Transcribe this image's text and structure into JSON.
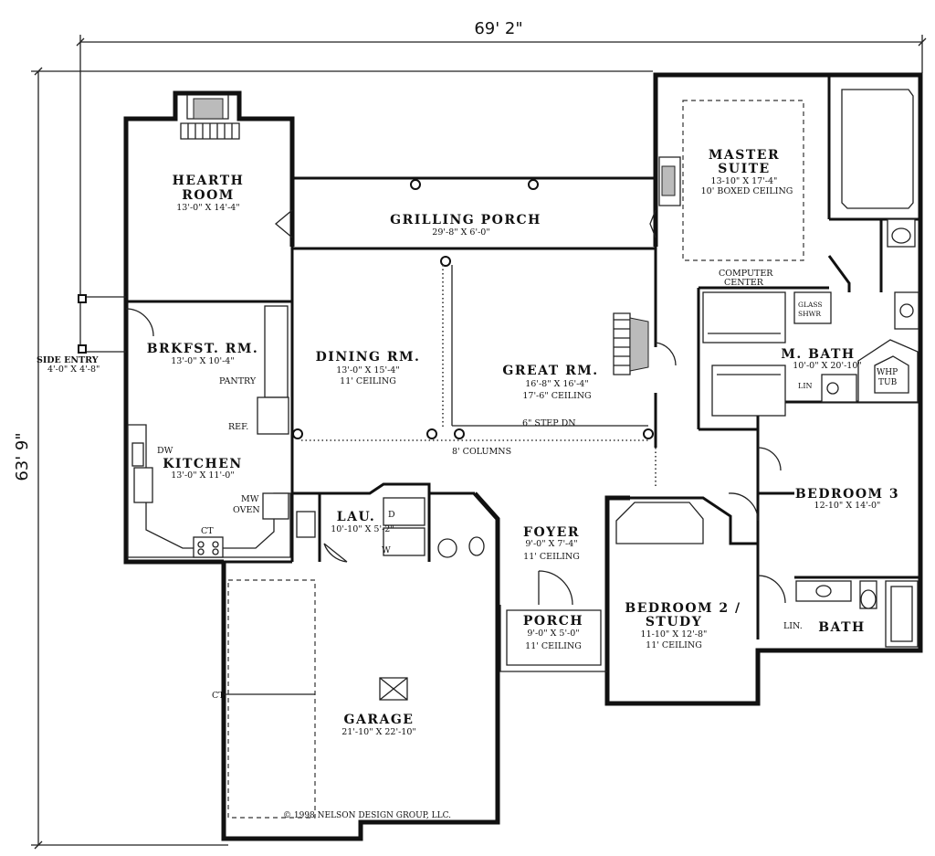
{
  "dimensions": {
    "width": "69' 2\"",
    "depth": "63' 9\""
  },
  "rooms": {
    "hearth": {
      "name1": "HEARTH",
      "name2": "ROOM",
      "dims": "13'-0\" X 14'-4\""
    },
    "grilling": {
      "name": "GRILLING PORCH",
      "dims": "29'-8\" X 6'-0\""
    },
    "master": {
      "name1": "MASTER",
      "name2": "SUITE",
      "dims": "13-10\" X 17'-4\"",
      "ceiling": "10' BOXED CEILING"
    },
    "breakfast": {
      "name": "BRKFST. RM.",
      "dims": "13'-0\" X 10'-4\""
    },
    "dining": {
      "name": "DINING RM.",
      "dims": "13'-0\" X 15'-4\"",
      "ceiling": "11' CEILING"
    },
    "great": {
      "name": "GREAT RM.",
      "dims": "16'-8\" X 16'-4\"",
      "ceiling": "17'-6\" CEILING"
    },
    "mbath": {
      "name": "M. BATH",
      "dims": "10'-0\" X 20'-10\""
    },
    "kitchen": {
      "name": "KITCHEN",
      "dims": "13'-0\" X 11'-0\""
    },
    "bedroom3": {
      "name": "BEDROOM 3",
      "dims": "12-10\" X 14'-0\""
    },
    "laundry": {
      "name": "LAU.",
      "dims": "10'-10\" X 5'-2\""
    },
    "foyer": {
      "name": "FOYER",
      "dims": "9'-0\" X 7'-4\"",
      "ceiling": "11' CEILING"
    },
    "bedroom2": {
      "name1": "BEDROOM 2 /",
      "name2": "STUDY",
      "dims": "11-10\" X 12'-8\"",
      "ceiling": "11' CEILING"
    },
    "porch": {
      "name": "PORCH",
      "dims": "9'-0\" X 5'-0\"",
      "ceiling": "11' CEILING"
    },
    "bath": {
      "name": "BATH"
    },
    "garage": {
      "name": "GARAGE",
      "dims": "21'-10\" X 22'-10\""
    },
    "side_entry": {
      "name": "SIDE ENTRY",
      "dims": "4'-0\" X 4'-8\""
    }
  },
  "labels": {
    "pantry": "PANTRY",
    "ref": "REF.",
    "dw": "DW",
    "mw": "MW",
    "oven": "OVEN",
    "ct": "CT",
    "step": "6\" STEP DN",
    "columns": "8' COLUMNS",
    "computer1": "COMPUTER",
    "computer2": "CENTER",
    "glass1": "GLASS",
    "glass2": "SHWR",
    "lin": "LIN.",
    "lin2": "LIN",
    "whp1": "WHP",
    "whp2": "TUB",
    "d": "D",
    "w": "W",
    "ct2": "CT"
  },
  "copyright": "© 1998 NELSON DESIGN GROUP, LLC."
}
